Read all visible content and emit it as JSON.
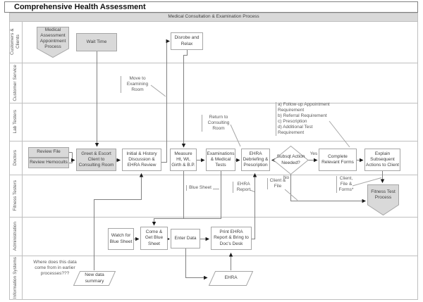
{
  "header": {
    "title": "Comprehensive Health Assessment",
    "band_label": "Medical Consultation & Examination Process"
  },
  "lanes": [
    {
      "label": "Customers & Clients"
    },
    {
      "label": "Customer Service"
    },
    {
      "label": "Lab Testers"
    },
    {
      "label": "Doctors"
    },
    {
      "label": "Fitness Testers"
    },
    {
      "label": "Administration"
    },
    {
      "label": "Information Systems"
    }
  ],
  "nodes": {
    "medical_assessment": "Medical Assessment Appointment Process",
    "wait_time": "Wait Time",
    "disrobe": "Disrobe and Relax",
    "review_file": "Review File",
    "review_hemocults": "Review Hemocults",
    "greet_escort": "Greet & Escort Client to Consulting Room",
    "initial_history": "Initial & History Discussion & EHRA Review",
    "measure": "Measure Ht, Wt, Girth & B.P.",
    "examinations": "Examinations & Medical Tests",
    "ehra_debriefing": "EHRA Debriefing & Prescription",
    "subsqt_action": "Subsqt Action Needed?",
    "complete_forms": "Complete Relevant Forms",
    "explain_actions": "Explain Subsequent Actions to Client",
    "fitness_test": "Fitness Test Process",
    "watch_blue_sheet": "Watch for Blue Sheet",
    "come_get_blue_sheet": "Come & Get Blue Sheet",
    "enter_data": "Enter Data",
    "print_ehra": "Print EHRA Report & Bring to Doc's Desk",
    "new_data_summary": "New data summary",
    "ehra": "EHRA"
  },
  "annotations": {
    "move_to_examining": "Move to Examining Room",
    "return_to_consulting": "Return to Consulting Room",
    "followup_list": "a) Follow-up Appointment Requirement\nb) Referral Requirement\nc) Prescription\nd) Additional Test Requirement",
    "blue_sheet": "Blue Sheet",
    "ehra_report": "EHRA Report",
    "client_file": "Client & File",
    "client_file_forms": "Client, File & Forms*",
    "where_data": "Where does this data come from in earlier processes???",
    "yes": "Yes",
    "no": "No"
  },
  "colors": {
    "node_fill_gray": "#d9d9d9",
    "node_border": "#a6a6a6",
    "connector": "#808080",
    "arrowhead": "#1a1a1a",
    "lane_border": "#bfbfbf",
    "text": "#404040"
  }
}
